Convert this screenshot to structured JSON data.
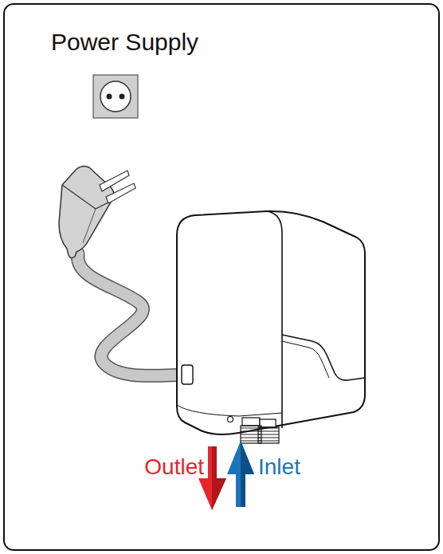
{
  "diagram": {
    "title": "Power Supply",
    "labels": [
      "Outlet",
      "Inlet"
    ]
  }
}
